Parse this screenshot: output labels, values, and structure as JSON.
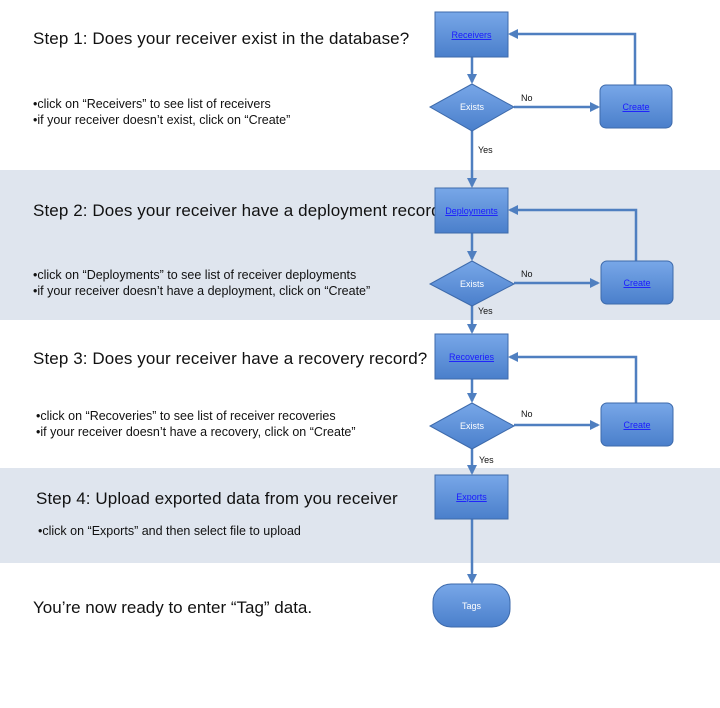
{
  "steps": [
    {
      "title": "Step 1: Does your receiver exist in the database?",
      "bullets": [
        "•click on “Receivers” to see list of receivers",
        "•if your receiver doesn’t exist, click on “Create”"
      ]
    },
    {
      "title": "Step 2: Does your receiver have a deployment record?",
      "bullets": [
        "•click on “Deployments” to see list of receiver deployments",
        "•if your receiver doesn’t have a deployment, click on “Create”"
      ]
    },
    {
      "title": "Step 3: Does your receiver have a recovery record?",
      "bullets": [
        "•click on “Recoveries” to see list of receiver recoveries",
        "•if your receiver doesn’t have a recovery, click on “Create”"
      ]
    },
    {
      "title": "Step 4: Upload exported data from you receiver",
      "bullets": [
        "•click on “Exports” and then select file to upload"
      ]
    }
  ],
  "final_text": "You’re now ready to enter “Tag” data.",
  "flow": {
    "receivers": "Receivers",
    "deployments": "Deployments",
    "recoveries": "Recoveries",
    "exports": "Exports",
    "exists": "Exists",
    "create": "Create",
    "yes": "Yes",
    "no": "No",
    "tags": "Tags"
  },
  "colors": {
    "band": "#dfe5ee",
    "box_fill": "#5b8fd6",
    "box_stroke": "#3d6aab",
    "link": "#1a1aff"
  }
}
